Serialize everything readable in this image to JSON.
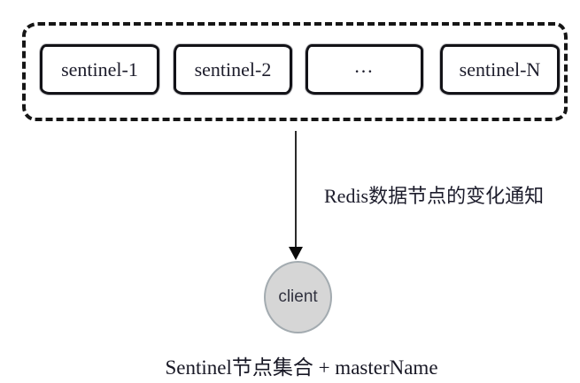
{
  "diagram": {
    "sentinel_boxes": [
      "sentinel-1",
      "sentinel-2",
      "…",
      "sentinel-N"
    ],
    "arrow_label": "Redis数据节点的变化通知",
    "client_label": "client",
    "caption": "Sentinel节点集合 + masterName",
    "colors": {
      "dashed_border": "#161616",
      "box_border": "#121217",
      "box_text": "#1c1c2b",
      "arrow": "#0a0a0a",
      "circle_fill": "#d6d6d6",
      "circle_border": "#a3abb0",
      "client_text": "#31323f",
      "caption_text": "#181825",
      "background": "#ffffff"
    }
  }
}
